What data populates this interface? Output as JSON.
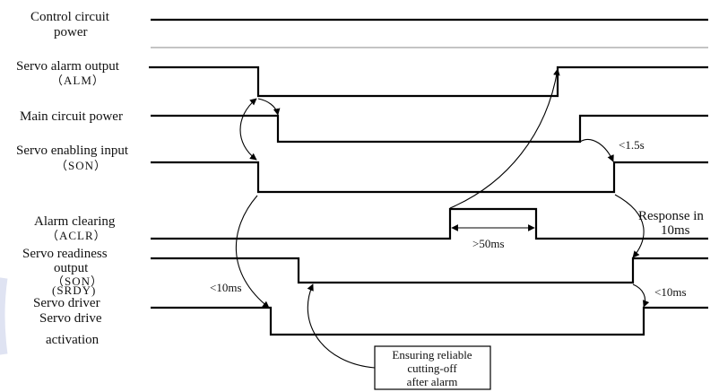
{
  "signals": {
    "control_power": {
      "line1": "Control circuit",
      "line2": "power"
    },
    "alm": {
      "line1": "Servo alarm output",
      "line2": "（ALM）"
    },
    "main_power": {
      "line1": "Main circuit power"
    },
    "son": {
      "line1": "Servo enabling input",
      "line2": "（SON）"
    },
    "aclr": {
      "line1": "Alarm clearing",
      "line2": "（ACLR）"
    },
    "srdy": {
      "line1": "Servo readiness",
      "line2": "output",
      "line3": "（SON）",
      "line4": "(SRDY)"
    },
    "activation": {
      "line1": "Servo driver",
      "line2": "activation",
      "overlay1": "Servo drive",
      "overlay2": "activation"
    }
  },
  "annotations": {
    "lt_1_5s": "<1.5s",
    "response_line1": "Response in",
    "response_line2": "10ms",
    "gt_50ms": ">50ms",
    "lt_10ms_left": "<10ms",
    "lt_10ms_right": "<10ms",
    "ensure_line1": "Ensuring reliable",
    "ensure_line2": "cutting-off",
    "ensure_line3": "after alarm"
  }
}
